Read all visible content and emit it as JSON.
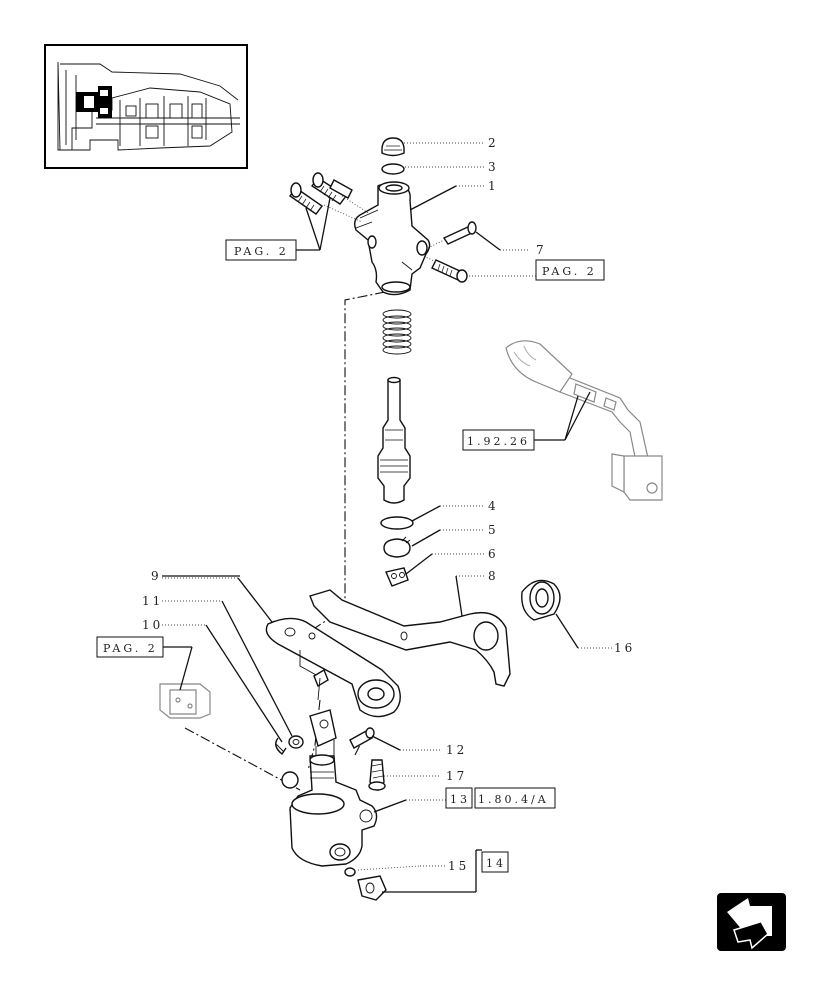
{
  "callouts": {
    "n1": "1",
    "n2": "2",
    "n3": "3",
    "n4": "4",
    "n5": "5",
    "n6": "6",
    "n7": "7",
    "n8": "8",
    "n9": "9",
    "n10": "10",
    "n11": "11",
    "n12": "12",
    "n13": "13",
    "n14": "14",
    "n15": "15",
    "n16": "16",
    "n17": "17"
  },
  "references": {
    "pag2_left": "PAG. 2",
    "pag2_right": "PAG. 2",
    "pag2_lower": "PAG. 2",
    "ref_19226": "1.92.26",
    "ref_1804a": "1.80.4/A"
  },
  "icons": {
    "nav_arrow": "next-page-arrow-icon",
    "overview": "transmission-overview-thumbnail"
  }
}
